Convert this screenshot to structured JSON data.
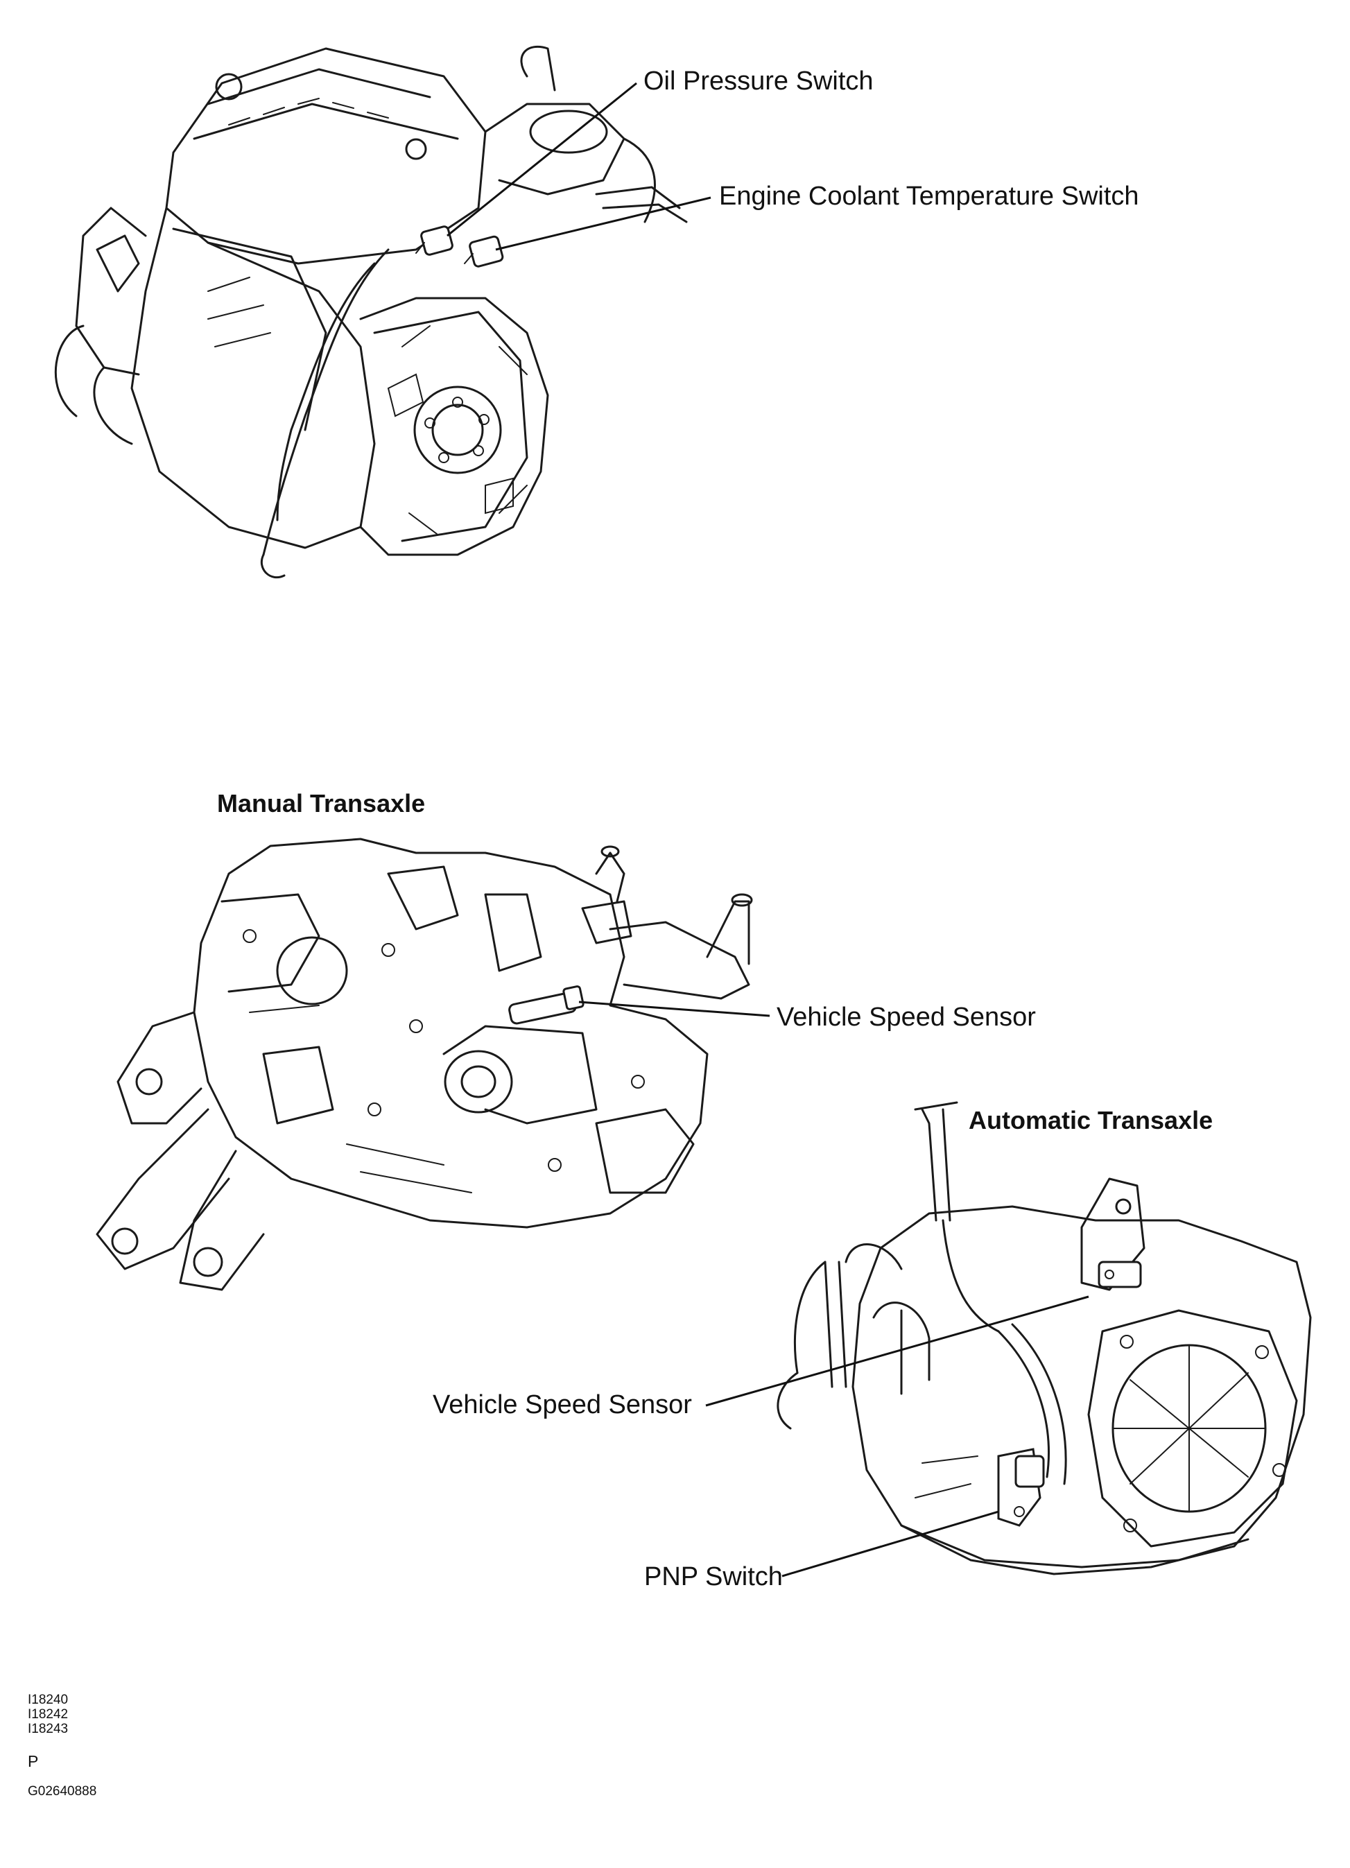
{
  "engine_view": {
    "labels": {
      "oil_pressure_switch": "Oil Pressure Switch",
      "engine_coolant_temperature_switch": "Engine Coolant Temperature Switch"
    }
  },
  "manual_transaxle_view": {
    "heading": "Manual Transaxle",
    "labels": {
      "vehicle_speed_sensor": "Vehicle Speed Sensor"
    }
  },
  "automatic_transaxle_view": {
    "heading": "Automatic Transaxle",
    "labels": {
      "vehicle_speed_sensor": "Vehicle Speed Sensor",
      "pnp_switch": "PNP Switch"
    }
  },
  "figure_refs": {
    "codes": [
      "I18240",
      "I18242",
      "I18243"
    ],
    "page_letter": "P",
    "doc_id": "G02640888"
  }
}
